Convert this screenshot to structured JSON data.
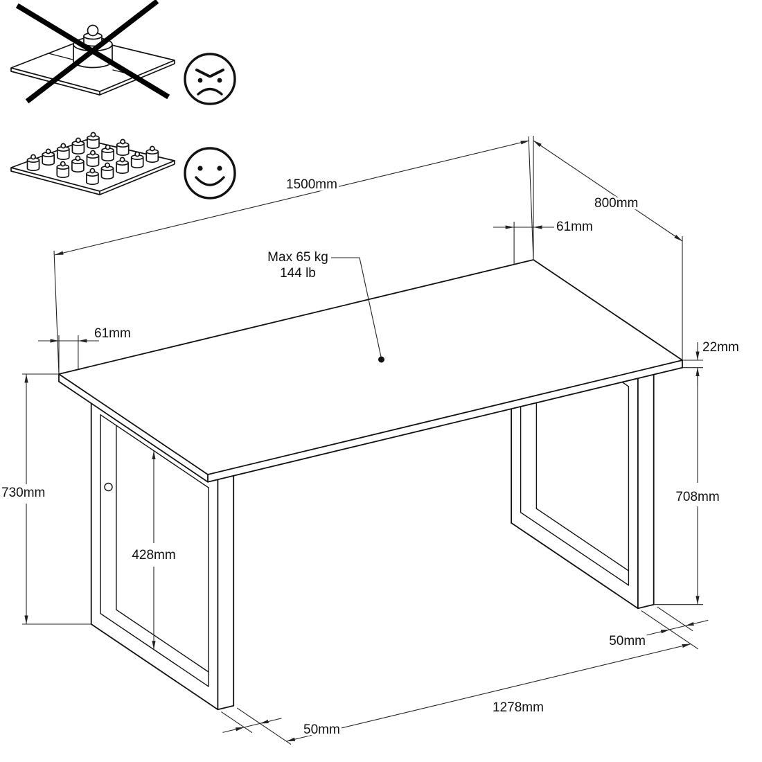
{
  "page": {
    "background": "#ffffff",
    "line_color": "#111111"
  },
  "usage_icons": {
    "incorrect": {
      "icon": "concentrated-point-load-crossed-out",
      "face": "angry-face"
    },
    "correct": {
      "icon": "evenly-distributed-load",
      "face": "happy-face"
    }
  },
  "load_note": {
    "line1": "Max 65 kg",
    "line2": "144 lb"
  },
  "dimensions": {
    "length": "1500mm",
    "depth": "800mm",
    "leg_inset_back_right": "61mm",
    "leg_inset_front_left": "61mm",
    "top_thickness": "22mm",
    "overall_height": "730mm",
    "leg_inner_height": "428mm",
    "leg_height": "708mm",
    "leg_profile_right": "50mm",
    "leg_profile_left": "50mm",
    "leg_clear_span": "1278mm"
  }
}
